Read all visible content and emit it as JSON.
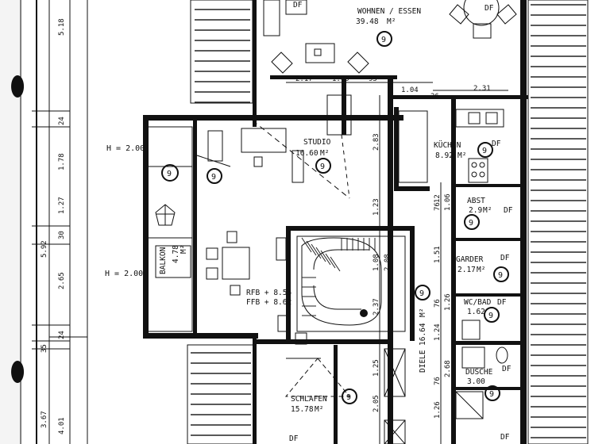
{
  "rooms": {
    "wohnen": {
      "name": "WOHNEN / ESSEN",
      "area": "39.48",
      "unit": "M²",
      "mark": "9"
    },
    "studio": {
      "name": "STUDIO",
      "area": "16.60",
      "unit": "M²",
      "mark": "9"
    },
    "kuechen": {
      "name": "KÜCHEN",
      "area": "8.92",
      "unit": "M²",
      "mark": "9",
      "tag": "DF"
    },
    "abst": {
      "name": "ABST",
      "area": "2.9",
      "unit": "M²",
      "mark": "9",
      "tag": "DF"
    },
    "garder": {
      "name": "GARDER",
      "area": "2.17",
      "unit": "M²",
      "mark": "9",
      "tag": "DF"
    },
    "wcbad": {
      "name": "WC/BAD",
      "area": "1.62",
      "mark": "9",
      "tag": "DF"
    },
    "dusche": {
      "name": "DUSCHE",
      "area": "3.00",
      "mark": "9",
      "tag": "DF"
    },
    "schlafen": {
      "name": "SCHLAFEN",
      "area": "15.78",
      "unit": "M²",
      "mark": "9"
    },
    "balkon": {
      "name": "BALKON",
      "area": "4.78",
      "unit": "M²",
      "mark": "9"
    },
    "diele": {
      "name": "DIELE",
      "area": "16.64",
      "unit": "M²",
      "mark": "9"
    }
  },
  "heights": {
    "upper": "H = 2.00",
    "lower": "H = 2.00"
  },
  "levels": {
    "rfb": "RFB + 8.55",
    "ffb": "FFB + 8.62"
  },
  "tags": {
    "df": "DF"
  },
  "dims_left": [
    "5.18",
    "1.78",
    "1.27",
    "5.92",
    "2.65",
    "3.67",
    "4.01",
    "30",
    "24",
    "24",
    "35"
  ],
  "dims_top": [
    "2.17",
    "1.00",
    "95",
    "1.04",
    "26",
    "2.31"
  ],
  "dims_mid": [
    "2.83",
    "1.23",
    "1.08",
    "2.08",
    "2.37",
    "1.25",
    "1.51",
    "76",
    "1.06",
    "1.24",
    "76",
    "1.26",
    "76",
    "2.68",
    "1.26",
    "2.05",
    "12"
  ]
}
